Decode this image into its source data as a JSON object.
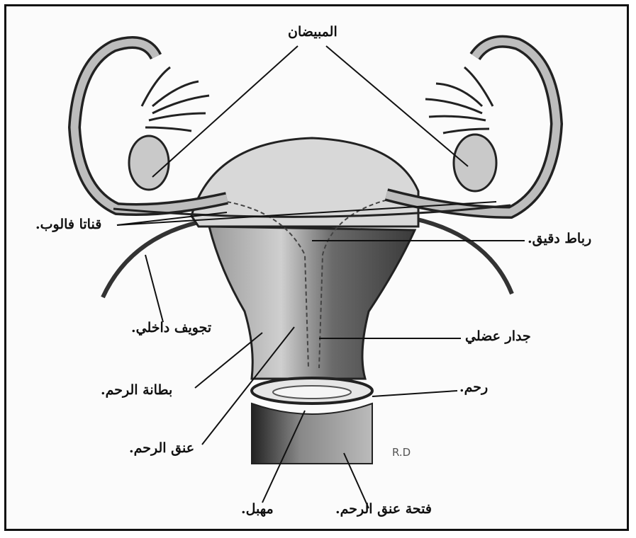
{
  "labels": {
    "ovaries": "المبيضان",
    "fallopian_tubes": "قناتا فالوب.",
    "fine_ligament": "رباط دقيق.",
    "inner_cavity": "تجويف داخلي.",
    "muscular_wall": "جدار عضلي",
    "uterine_lining": "بطانة الرحم.",
    "uterus": "رحم.",
    "cervix": "عنق الرحم.",
    "vagina": "مهبل.",
    "cervical_opening": "فتحة عنق الرحم."
  },
  "signature": "R.D"
}
